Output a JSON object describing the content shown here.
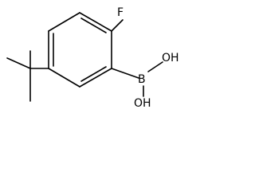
{
  "molecule": {
    "atoms": {
      "fluorine": "F",
      "boron": "B",
      "hydroxyl_right": "OH",
      "hydroxyl_bottom": "OH"
    },
    "colors": {
      "bond": "#000000",
      "label": "#000000",
      "background": "#ffffff"
    }
  }
}
